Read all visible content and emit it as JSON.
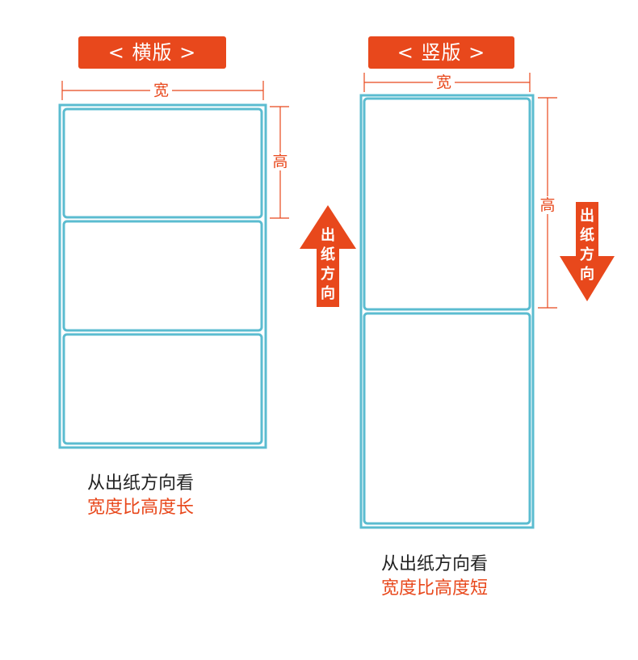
{
  "landscape": {
    "badge_label": "< 横版 >",
    "width_label": "宽",
    "height_label": "高",
    "arrow_label": "出纸方向",
    "caption_line1": "从出纸方向看",
    "caption_line2": "宽度比高度长"
  },
  "portrait": {
    "badge_label": "< 竖版 >",
    "width_label": "宽",
    "height_label": "高",
    "arrow_label": "出纸方向",
    "caption_line1": "从出纸方向看",
    "caption_line2": "宽度比高度短"
  },
  "colors": {
    "accent": "#e8481c",
    "label_border": "#5bbcd0",
    "text": "#222222"
  }
}
